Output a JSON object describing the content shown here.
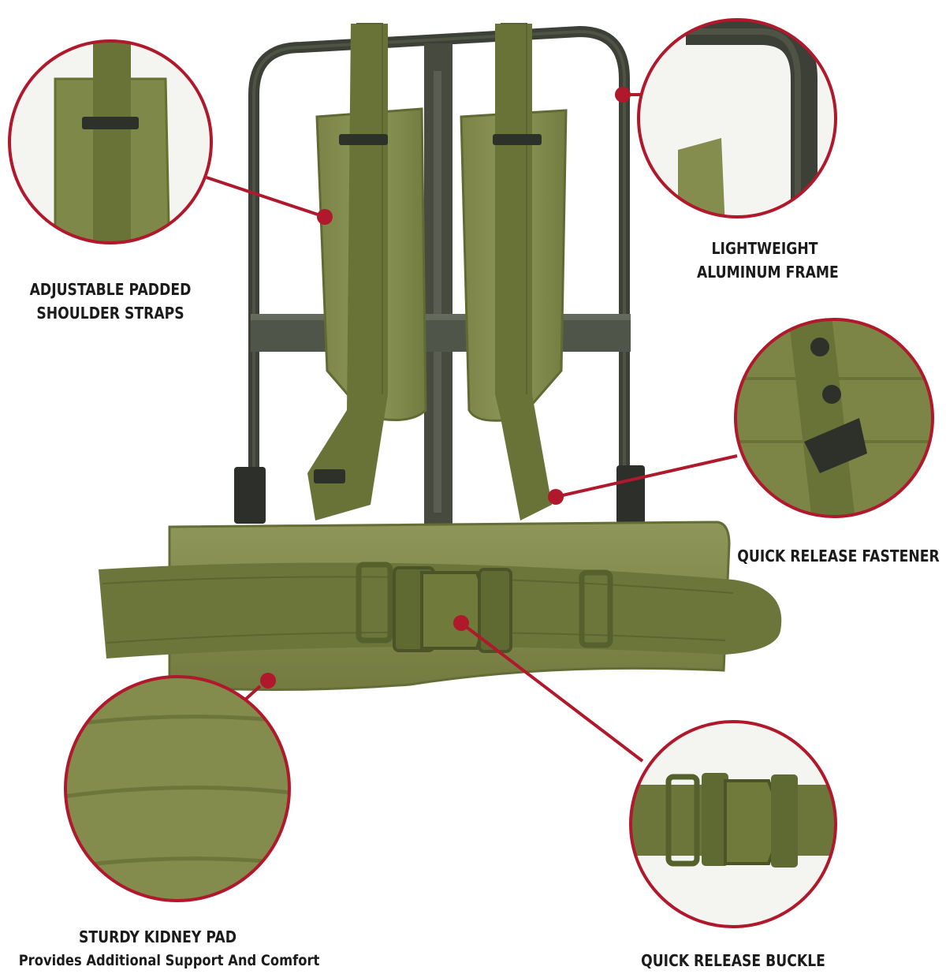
{
  "colors": {
    "accent": "#b0182c",
    "olive": "#6f7a3d",
    "olive_dark": "#4e5729",
    "olive_light": "#8f9858",
    "frame": "#3c4036",
    "text": "#1b1b1b"
  },
  "callouts": {
    "shoulder_straps": {
      "line1": "ADJUSTABLE PADDED",
      "line2": "SHOULDER STRAPS",
      "icon": "shoulder-strap-closeup"
    },
    "frame": {
      "line1": "LIGHTWEIGHT",
      "line2": "ALUMINUM FRAME",
      "icon": "frame-closeup"
    },
    "fastener": {
      "line1": "QUICK RELEASE FASTENER",
      "icon": "fastener-closeup"
    },
    "kidney_pad": {
      "line1": "STURDY KIDNEY PAD",
      "line2": "Provides Additional Support And Comfort",
      "icon": "kidney-pad-closeup"
    },
    "buckle": {
      "line1": "QUICK RELEASE BUCKLE",
      "icon": "buckle-closeup"
    }
  }
}
